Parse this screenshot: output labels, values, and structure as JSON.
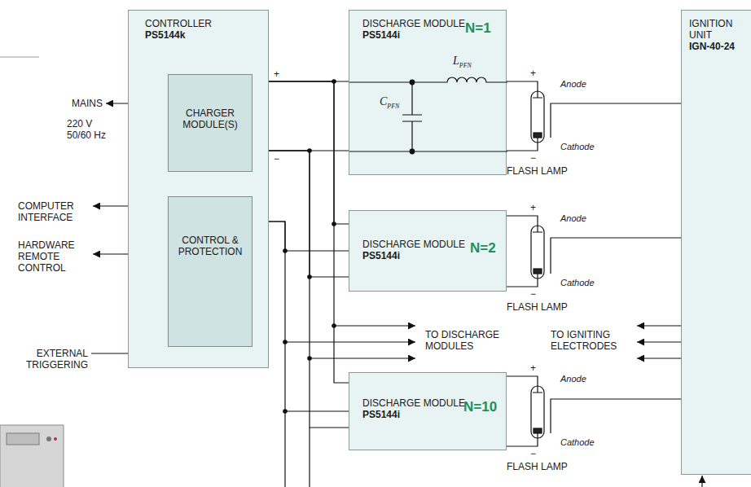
{
  "diagram": {
    "nodes": [
      {
        "text": [
          "CONTROLLER",
          "PS5144k"
        ]
      },
      {
        "text": [
          "CHARGER MODULE(S)"
        ],
        "in": 0
      },
      {
        "text": [
          "CONTROL & PROTECTION"
        ],
        "in": 0
      },
      {
        "text": [
          "DISCHARGE MODULE",
          "PS5144i",
          "N=1"
        ]
      },
      {
        "text": [
          "DISCHARGE MODULE",
          "PS5144i",
          "N=2"
        ]
      },
      {
        "text": [
          "DISCHARGE MODULE",
          "PS5144i",
          "N=10"
        ]
      },
      {
        "text": [
          "IGNITION UNIT",
          "IGN-40-24"
        ]
      }
    ],
    "edges": [
      {
        "from": 2,
        "to": 1,
        "arrow": "to"
      },
      {
        "from": 1,
        "to": 3,
        "arrow": "none"
      },
      {
        "from": 1,
        "to": 3,
        "arrow": "none"
      },
      {
        "from": 1,
        "to": 4,
        "arrow": "none"
      },
      {
        "from": 1,
        "to": 4,
        "arrow": "none"
      },
      {
        "from": 1,
        "to": 5,
        "arrow": "none"
      },
      {
        "from": 1,
        "to": 5,
        "arrow": "none"
      },
      {
        "from": 2,
        "to": 4,
        "arrow": "none"
      },
      {
        "from": 2,
        "to": 5,
        "arrow": "none"
      }
    ],
    "labels": [
      "CPFN",
      "LPFN",
      "+",
      "−",
      "MAINS",
      "220 V 50/60 Hz",
      "COMPUTER INTERFACE",
      "HARDWARE REMOTE CONTROL",
      "EXTERNAL TRIGGERING",
      "+",
      "Anode",
      "Cathode",
      "−",
      "FLASH LAMP",
      "+",
      "Anode",
      "Cathode",
      "−",
      "FLASH LAMP",
      "+",
      "Anode",
      "Cathode",
      "−",
      "FLASH LAMP",
      "TO DISCHARGE MODULES",
      "TO IGNITING ELECTRODES"
    ]
  }
}
